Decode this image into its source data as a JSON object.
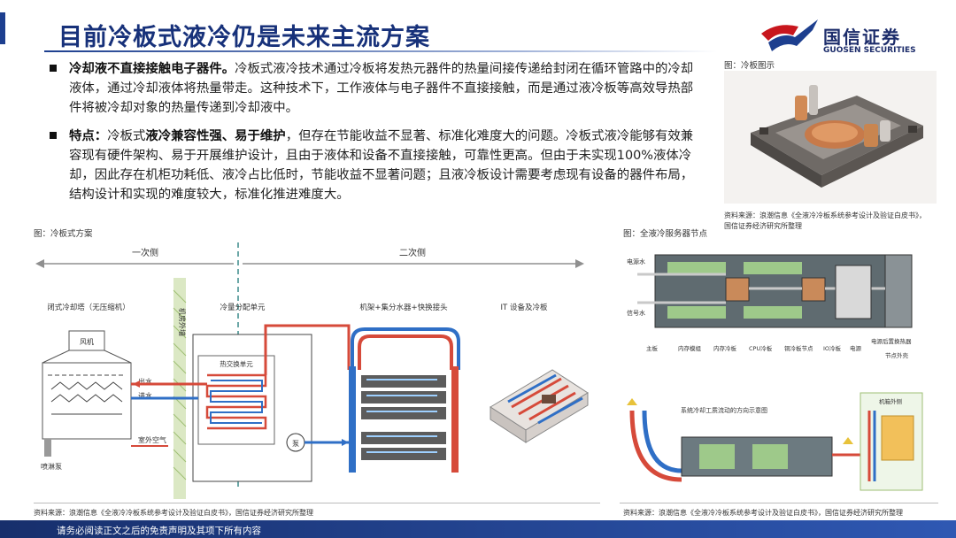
{
  "header": {
    "title": "目前冷板式液冷仍是未来主流方案",
    "logo_cn": "国信证券",
    "logo_en": "GUOSEN SECURITIES"
  },
  "bullets": [
    {
      "bold": "冷却液不直接接触电子器件。",
      "text": "冷板式液冷技术通过冷板将发热元器件的热量间接传递给封闭在循环管路中的冷却液体，通过冷却液体将热量带走。这种技术下，工作液体与电子器件不直接接触，而是通过液冷板等高效导热部件将被冷却对象的热量传递到冷却液中。"
    },
    {
      "lead": "特点：",
      "prefix": "冷板式",
      "bold": "液冷兼容性强、易于维护",
      "text": "，但存在节能收益不显著、标准化难度大的问题。冷板式液冷能够有效兼容现有硬件架构、易于开展维护设计，且由于液体和设备不直接接触，可靠性更高。但由于未实现100%液体冷却，因此存在机柜功耗低、液冷占比低时，节能收益不显著问题；且液冷板设计需要考虑现有设备的器件布局，结构设计和实现的难度较大，标准化推进难度大。"
    }
  ],
  "figures": {
    "photo": {
      "caption": "图：冷板图示",
      "source_line1": "资料来源：浪潮信息《全液冷冷板系统参考设计及验证白皮书》，",
      "source_line2": "国信证券经济研究所整理"
    },
    "diagram": {
      "caption": "图：冷板式方案",
      "source": "资料来源：浪潮信息《全液冷冷板系统参考设计及验证白皮书》，国信证券经济研究所整理",
      "labels": {
        "primary": "一次侧",
        "secondary": "二次侧",
        "tower": "闭式冷却塔（无压缩机）",
        "fan": "风机",
        "water_out": "出水",
        "water_in": "进水",
        "outdoor_air": "室外空气",
        "spray_pump": "喷淋泵",
        "room_wall": "机房外墙",
        "cdu": "冷量分配单元",
        "heat_exchanger": "热交换单元",
        "pump": "泵",
        "rack": "机架+集分水器+快换接头",
        "it": "IT 设备及冷板"
      }
    },
    "server": {
      "caption": "图：全液冷服务器节点",
      "source": "资料来源：浪潮信息《全液冷冷板系统参考设计及验证白皮书》，国信证券经济研究所整理",
      "labels": {
        "power_water": "电源水",
        "signal_water": "信号水",
        "mainboard": "主板",
        "memory": "内存模组",
        "memory_cold": "内存冷板",
        "cpu_cold": "CPU冷板",
        "node_cold": "铜冷板节点",
        "io_cold": "IO冷板",
        "power": "电源",
        "psu_hx": "电源后置换热器",
        "node_case": "节点外壳",
        "flow_title": "系统冷却工质流动的方向示意图",
        "cabinet_side": "机箱外侧"
      }
    }
  },
  "footer": {
    "text": "请务必阅读正文之后的免责声明及其项下所有内容"
  }
}
